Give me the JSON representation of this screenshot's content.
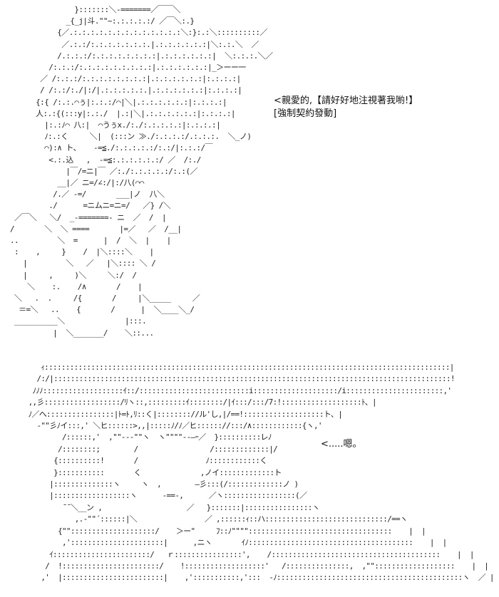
{
  "dialogue_top": {
    "line1": "<親愛的,【請好好地注視著我喲!】",
    "line2": "[強制契約發動]"
  },
  "dialogue_bottom": {
    "line1": "<.....嗯。"
  },
  "art_top": "                }:::::::＼-=======／￣￣＼\n              _{_j|斗.\"\"~:.:.:.:.:/ ／￣＼:.}\n            {／.:.:.:.:.:.:.:.:.:.:.:.:.:＼:}:.:＼::::::::::／\n             ／.:.:/:.:.:.:.:.:.:.|.:.:.:.:.:.:|＼:.:.＼  ／\n            /.:.:.:/:.:.:.:.:.:.:.:|.:.:.:.:.:.:|  ＼:.:.:.＼／\n          /:.:.:/:.:.:.:.:.:.:.:.:|.:.:.:.:.:.:|_＞ーー一\n        ／ /:.:.:/:.:.:.:.:.:.:.:|.:.:.:.:.:.:|:.:.:.:|\n        / /:.:/:./|:/|.:.:.:.:.:.|.:.:.:.:.:.:|:.:.:.:|\n       {:{ /:.:.⌒ぅ|:.:.:/⌒|＼|.:.:.:.:.:.:|:.:.:.:|\n       人:.:{(:::y|:.:./  |.:|＼|.:.:.:.:.:.:|:.:.:.:|\n         |:.:ﾉ⌒ 八:|  ⌒うぅx./:./:.:.:.:.:|:.:.:.:|\n         ﾉ:.:く     ＼|  (:::ン ≫./:.:.:.:/.:.:.:.  ＼_ノ)\n         ⌒):∧ ト、   -=≦./:.:.:.:.:/:.:/|:.:.:/￣\n          <.:.込   ,  -=≦:.:.:.:.:.:/ ／  /:./\n              |￣/=ニ|￣ ／:./:.:.:.:.:/:.:(／\n            __|／ ニ=/∠:/|:/八(⌒⌒\n           /.／ -=/       ___|ノ  八＼\n          ./      =ニムニ=ニ=/   ／} /＼\n  ／￣＼   ＼/  _-=======- ニ  ／  /  |\n /       ＼  ＼ ====       |=／   ／  /__|\n ..         ＼  =      |  /  ＼  |    |\n  :    ,     }    /  |＼::::＼    |\n    |         ＼   ／   |＼:::: ＼ /\n    |     ,     )＼     ＼:/  /\n     ＼    :.    /∧       /    |\n  ＼   .  .     /{       /     |＼_____     ／\n   ＝=＼   ..    {       /      |  ＼____＼_/\n  __________＼              |:::.\n           |  ＼_______/    ＼::...",
  "art_bottom": "        ｨ::::::::::::::::::::::::::::::::::::::::::::::::::::::::::::::::::::::::::::::::::::::::::::::::|\n       /:/|::::::::::::::::::::::::::::::::::::::::::::::::::::::::::::::::::::::::::::::::::::::::::::::!\n      ﾉﾉﾉ:::::::::::::::::::ｲ::/::::::::::::::::::::::::::i::::::::::::::::::::/i:::::::::::::::::::::::,'\n     ,,彡::::::::::::::::::/ﾘヽ::,:::::::::ｲ::::::::/|ｲ:::/:::/7:!:::::::::::::::::::ﾄ、|\n     ﾉ／へ::::::::::::::::|ﾄ=ﾄ,ﾘ::く|:::::::://ル'し,|/==!:::::::::::::::::::ト、|\n       -\"\"彡ﾉイ:::,' ＼ヒ::::::>,,|:::::ﾉ/ﾉ／ヒ:::::://:::/∧::::::::::::{ヽ,'\n             /::::::,'  ,\"\"---\"\"ヽ  ヽ\"\"\"\"--―ｰ／  }::::::::::レﾉ\n            /::::::::;        /                 /:::::::::::::|/\n           {::::::::::!       /                ﾉ::::::::::::く\n           }:::::::::::       く              ,ノイ:::::::::::::ト\n          |::::::::::::::ヽ     ヽ  ,        ―彡:::(/:::::::::::::ノ )\n          |::::::::::::::::::ヽ      -==-,      ／ヽ:::::::::::::::::(／\n             ̄ ̄ ＼__ン ,                    ／   }:::::::|::::::::::::::::ヽ\n                ,.-\"\"´::::::|＼                ／ ,::::::ｨ::ハ:::::::::::::::::::::::::::::/==ヽ\n            {\"\"::::::::::::::::::::/    ＞ー\"     ﾌ::ﾉ\"\"\"\"::::::::::::::::::::::::::::::::::    |  |\n             ,'::::::::::::::::::::::|      ,ニヽ       ｲﾉ:::::::::::::::::::::::::::::::::::::::    |  |\n          ｲ:::::::::::::::::::::::/   ｒ::::::::::::::::',    /::::::::::::::::::::::::::::::::::::::::    |  |\n         /  !:::::::::::::::::::::::/    !:::::::::::::::::::'   /:::::::::::::::,  ,\"\":::::::::::::::::::    |  |\n        ,'  |::::::::::::::::::::::::|    ,':::::::::::,':::  -ﾉ::::::::::::::::::::::::::::::::::::::::::::ヽ  ／ |"
}
